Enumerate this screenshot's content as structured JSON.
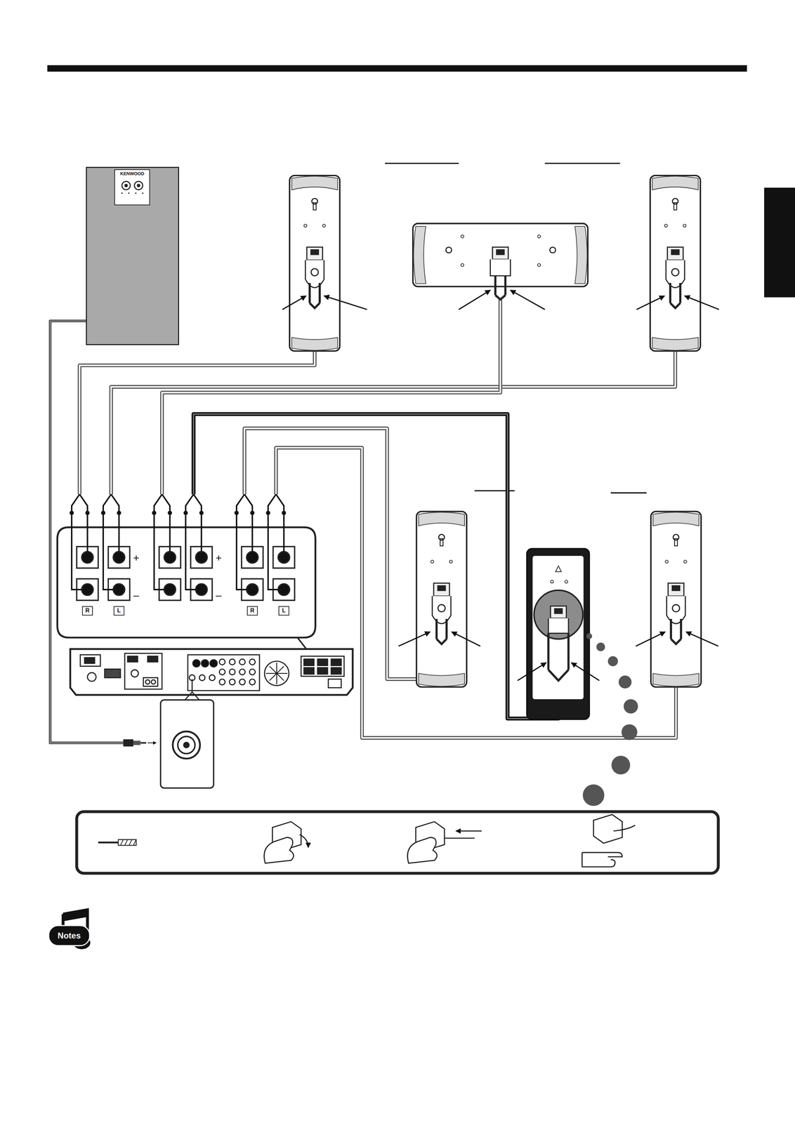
{
  "diagram": {
    "nodes": [
      {
        "text": [
          "KENWOOD"
        ]
      },
      {
        "text": [
          "R"
        ]
      },
      {
        "text": [
          "L"
        ]
      },
      {
        "text": [
          "R"
        ]
      },
      {
        "text": [
          "L"
        ]
      }
    ],
    "labels": [
      "+",
      "–",
      "+",
      "–",
      "Notes"
    ]
  }
}
